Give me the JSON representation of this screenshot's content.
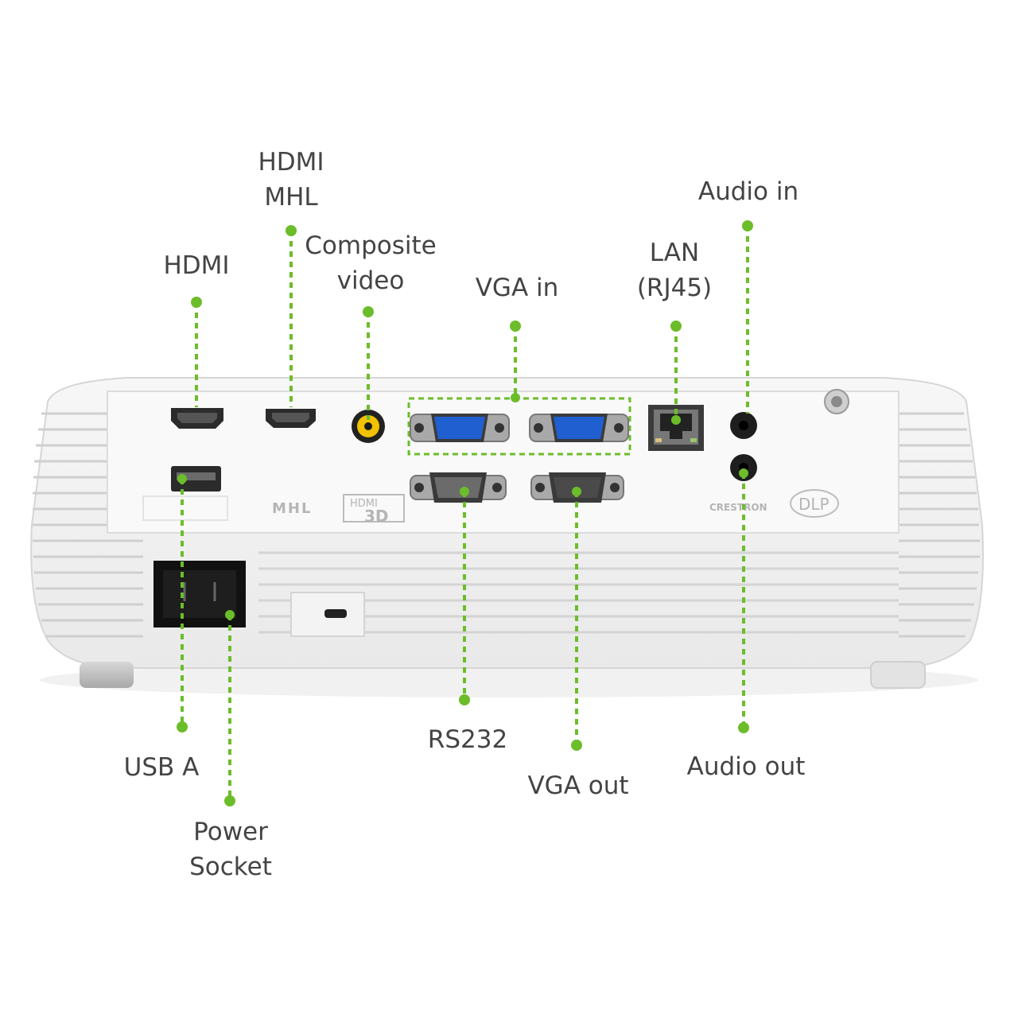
{
  "labels": {
    "hdmi": "HDMI",
    "hdmi_mhl_line1": "HDMI",
    "hdmi_mhl_line2": "MHL",
    "composite_line1": "Composite",
    "composite_line2": "video",
    "vga_in": "VGA in",
    "lan_line1": "LAN",
    "lan_line2": "(RJ45)",
    "audio_in": "Audio in",
    "usb_a": "USB A",
    "power_line1": "Power",
    "power_line2": "Socket",
    "rs232": "RS232",
    "vga_out": "VGA out",
    "audio_out": "Audio out"
  },
  "panel_logos": {
    "mhl": "MHL",
    "hdmi_3d_top": "HDMI",
    "hdmi_3d_bottom": "3D",
    "crestron": "CRESTRON",
    "dlp": "DLP"
  },
  "colors": {
    "accent": "#6cbd2a",
    "label_text": "#444444",
    "vga_blue": "#1f5fd0",
    "composite_yellow": "#f2c200"
  }
}
